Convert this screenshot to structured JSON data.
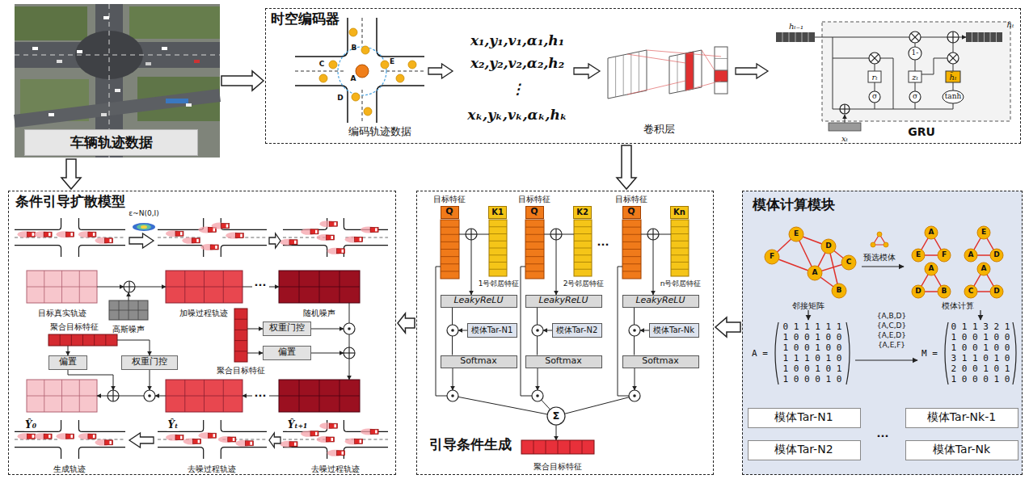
{
  "diagram": {
    "nodes": [
      {
        "text": [
          "车辆轨迹数据"
        ]
      },
      {
        "text": [
          "时空编码器"
        ]
      },
      {
        "text": [
          "条件引导扩散模型"
        ]
      },
      {
        "text": [
          "引导条件生成"
        ]
      },
      {
        "text": [
          "模体计算模块"
        ]
      },
      {
        "text": [
          "权重门控"
        ],
        "in": 2
      },
      {
        "text": [
          "偏置"
        ],
        "in": 2
      },
      {
        "text": [
          "偏置"
        ],
        "in": 2
      },
      {
        "text": [
          "权重门控"
        ],
        "in": 2
      },
      {
        "text": [
          "Q"
        ],
        "in": 3
      },
      {
        "text": [
          "K1"
        ],
        "in": 3
      },
      {
        "text": [
          "Q"
        ],
        "in": 3
      },
      {
        "text": [
          "K2"
        ],
        "in": 3
      },
      {
        "text": [
          "Q"
        ],
        "in": 3
      },
      {
        "text": [
          "Kn"
        ],
        "in": 3
      },
      {
        "text": [
          "LeakyReLU"
        ],
        "in": 3
      },
      {
        "text": [
          "LeakyReLU"
        ],
        "in": 3
      },
      {
        "text": [
          "LeakyReLU"
        ],
        "in": 3
      },
      {
        "text": [
          "模体Tar-N1"
        ],
        "in": 3
      },
      {
        "text": [
          "模体Tar-N2"
        ],
        "in": 3
      },
      {
        "text": [
          "模体Tar-Nk"
        ],
        "in": 3
      },
      {
        "text": [
          "Softmax"
        ],
        "in": 3
      },
      {
        "text": [
          "Softmax"
        ],
        "in": 3
      },
      {
        "text": [
          "Softmax"
        ],
        "in": 3
      },
      {
        "text": [
          "模体Tar-N1"
        ],
        "in": 4
      },
      {
        "text": [
          "模体Tar-Nk-1"
        ],
        "in": 4
      },
      {
        "text": [
          "模体Tar-N2"
        ],
        "in": 4
      },
      {
        "text": [
          "模体Tar-Nk"
        ],
        "in": 4
      }
    ],
    "edges": [
      {
        "from": 0,
        "to": 1,
        "arrow": "to"
      },
      {
        "from": 0,
        "to": 2,
        "arrow": "to"
      },
      {
        "from": 1,
        "to": 3,
        "arrow": "to"
      },
      {
        "from": 4,
        "to": 3,
        "arrow": "to"
      },
      {
        "from": 3,
        "to": 2,
        "arrow": "to"
      },
      {
        "from": 15,
        "to": 21,
        "arrow": "none"
      },
      {
        "from": 16,
        "to": 22,
        "arrow": "none"
      },
      {
        "from": 17,
        "to": 23,
        "arrow": "none"
      }
    ],
    "labels": [
      "编码轨迹数据",
      "A",
      "B",
      "C",
      "D",
      "E",
      "x₁,y₁,v₁,α₁,h₁",
      "x₂,y₂,v₂,α₂,h₂",
      "⋮",
      "xₖ,yₖ,vₖ,αₖ,hₖ",
      "卷积层",
      "hₜ₋₁",
      "hₜ",
      "xₜ",
      "rₜ",
      "zₜ",
      "h̃ₜ",
      "1-",
      "σ",
      "σ",
      "tanh",
      "GRU",
      "ε~N(0,I)",
      "目标真实轨迹",
      "高斯噪声",
      "加噪过程轨迹",
      "随机噪声",
      "聚合目标特征",
      "聚合目标特征",
      "Ŷ₀",
      "Ŷₜ",
      "Ŷₜ₊₁",
      "生成轨迹",
      "去噪过程轨迹",
      "去噪过程轨迹",
      "目标特征",
      "目标特征",
      "目标特征",
      "1号邻居特征",
      "2号邻居特征",
      "n号邻居特征",
      "Σ",
      "聚合目标特征",
      "A",
      "B",
      "C",
      "D",
      "E",
      "F",
      "预选模体",
      "邻接矩阵",
      "模体计算",
      "A",
      "E",
      "F",
      "E",
      "A",
      "D",
      "A",
      "D",
      "B",
      "A",
      "C",
      "D",
      "{A,B,D}",
      "{A,C,D}",
      "{A,E,D}",
      "{A,E,F}",
      "A =",
      "0 1 1 1 1 1",
      "1 0 0 1 0 0",
      "1 0 0 1 0 0",
      "1 1 1 0 1 0",
      "1 0 0 1 0 1",
      "1 0 0 0 1 0",
      "M =",
      "0 1 1 3 2 1",
      "1 0 0 1 0 0",
      "1 0 0 1 0 0",
      "3 1 1 0 1 0",
      "2 0 0 1 0 1",
      "1 0 0 0 1 0",
      "...",
      "...",
      "...",
      "..."
    ]
  }
}
